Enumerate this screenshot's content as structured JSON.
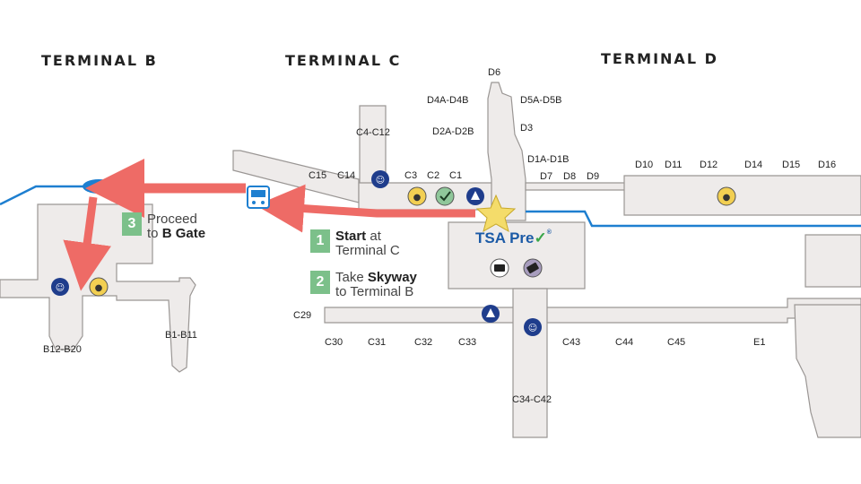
{
  "terminals": {
    "b": "TERMINAL B",
    "c": "TERMINAL C",
    "d": "TERMINAL D"
  },
  "gates": {
    "d6": "D6",
    "d4a_d4b": "D4A-D4B",
    "d5a_d5b": "D5A-D5B",
    "d3": "D3",
    "d2a_d2b": "D2A-D2B",
    "d1a_d1b": "D1A-D1B",
    "d7": "D7",
    "d8": "D8",
    "d9": "D9",
    "d10": "D10",
    "d11": "D11",
    "d12": "D12",
    "d14": "D14",
    "d15": "D15",
    "d16": "D16",
    "c4_c12": "C4-C12",
    "c15": "C15",
    "c14": "C14",
    "c3": "C3",
    "c2": "C2",
    "c1": "C1",
    "c29": "C29",
    "c30": "C30",
    "c31": "C31",
    "c32": "C32",
    "c33": "C33",
    "c43": "C43",
    "c44": "C44",
    "c45": "C45",
    "e1": "E1",
    "c34_c42": "C34-C42",
    "b12_b20": "B12-B20",
    "b1_b11": "B1-B11"
  },
  "steps": [
    {
      "num": "1",
      "bold": "Start",
      "rest_line1": " at",
      "line2": "Terminal C"
    },
    {
      "num": "2",
      "pre": "Take ",
      "bold": "Skyway",
      "line2": "to Terminal B"
    },
    {
      "num": "3",
      "line1": "Proceed",
      "line2_pre": "to ",
      "bold": "B Gate"
    }
  ],
  "tsa": {
    "text": "TSA Pre",
    "check": "✓",
    "mark": "®"
  },
  "icons": [
    "family-restroom-icon",
    "pet-relief-icon",
    "tsa-check-icon",
    "info-icon",
    "star-icon",
    "bus-icon",
    "luggage-icon",
    "ticket-icon"
  ],
  "colors": {
    "concourse": "#eeebea",
    "outline": "#9a9694",
    "route": "#ee6b66",
    "skyway": "#1e7fd0",
    "navy": "#1f3d8c",
    "pet": "#f2cf52",
    "tsa_green": "#3aa64a",
    "star": "#f4dc6a",
    "step_green": "#7cc08a"
  }
}
